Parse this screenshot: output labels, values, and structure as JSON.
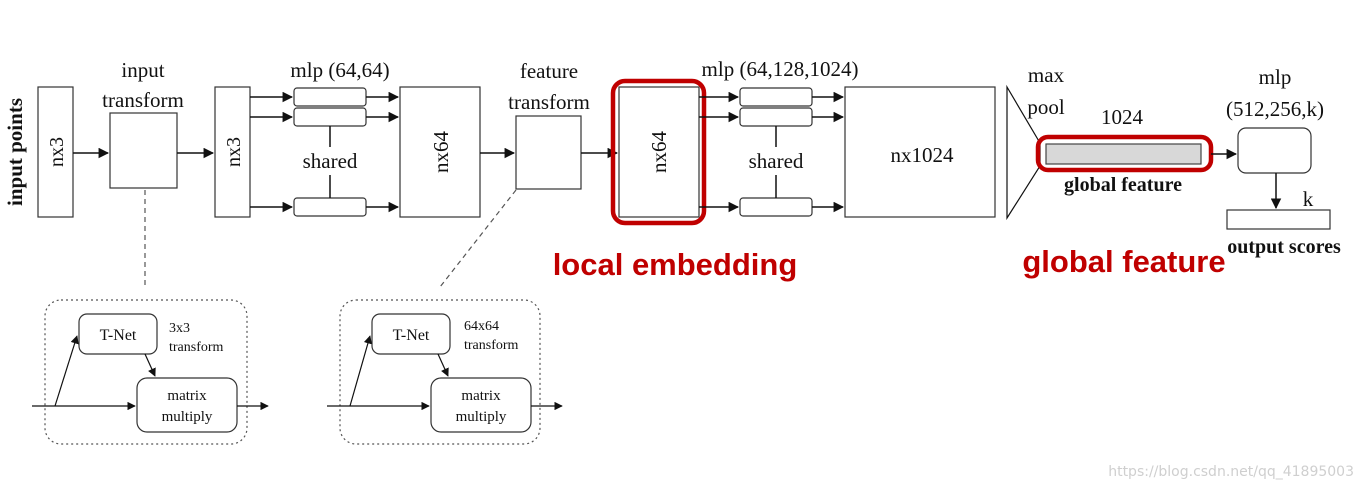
{
  "labels": {
    "input_points": "input points",
    "nx3_a": "nx3",
    "input_transform_1": "input",
    "input_transform_2": "transform",
    "nx3_b": "nx3",
    "mlp1": "mlp (64,64)",
    "shared1": "shared",
    "nx64_a": "nx64",
    "feature_transform_1": "feature",
    "feature_transform_2": "transform",
    "nx64_b": "nx64",
    "mlp2": "mlp (64,128,1024)",
    "shared2": "shared",
    "nx1024": "nx1024",
    "maxpool_1": "max",
    "maxpool_2": "pool",
    "dim_1024": "1024",
    "global_feature": "global feature",
    "mlp3_1": "mlp",
    "mlp3_2": "(512,256,k)",
    "k": "k",
    "output_scores": "output scores"
  },
  "tnet_3": {
    "tnet": "T-Net",
    "transform_1": "3x3",
    "transform_2": "transform",
    "matrix_1": "matrix",
    "matrix_2": "multiply"
  },
  "tnet_64": {
    "tnet": "T-Net",
    "transform_1": "64x64",
    "transform_2": "transform",
    "matrix_1": "matrix",
    "matrix_2": "multiply"
  },
  "annotations": {
    "local_embedding": "local embedding",
    "global_feature_red": "global feature",
    "highlight_color": "#c00000"
  },
  "watermark": "https://blog.csdn.net/qq_41895003"
}
